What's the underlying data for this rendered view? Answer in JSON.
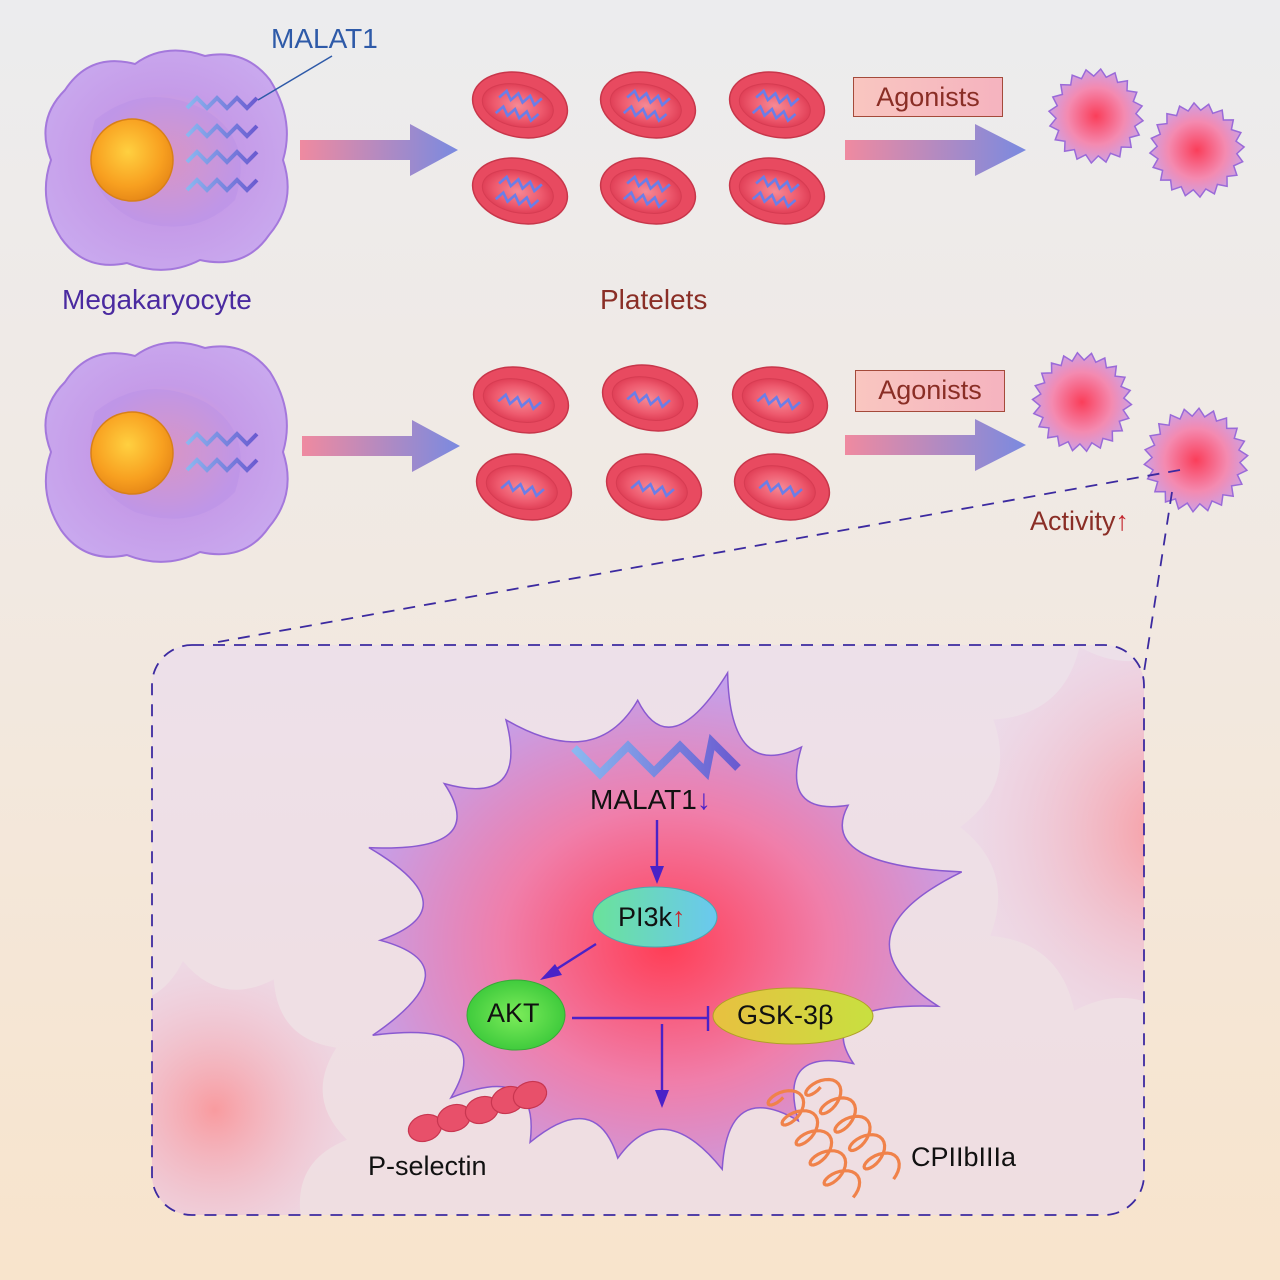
{
  "labels": {
    "malat1_top": "MALAT1",
    "megakaryocyte": "Megakaryocyte",
    "platelets": "Platelets",
    "agonists_1": "Agonists",
    "agonists_2": "Agonists",
    "activity": "Activity",
    "activity_arrow": "↑",
    "malat1_inset": "MALAT1",
    "malat1_arrow": "↓",
    "pi3k": "PI3k",
    "pi3k_arrow": "↑",
    "akt": "AKT",
    "gsk": "GSK-3β",
    "p_selectin": "P-selectin",
    "cpiib": "CPIIbIIIa"
  },
  "colors": {
    "label_blue": "#2e5aa8",
    "label_purple": "#4a2aa0",
    "label_darkred": "#8a2e26",
    "cell_membrane": "#b58ae0",
    "platelet_red": "#e84a60",
    "rna_blue": "#6a7ee8",
    "arrow_grad_start": "#ef8aa0",
    "arrow_grad_end": "#7a8ae0",
    "pathway_line": "#4a22c8",
    "up_arrow": "#c4262e",
    "down_arrow": "#4a22c8",
    "pi3k_node": "#74e0cc",
    "akt_node": "#5ce04a",
    "gsk_node": "#d8d040",
    "p_selectin": "#e8506a",
    "cpiib_coil": "#f0824a"
  },
  "icons": [
    "megakaryocyte-cell",
    "nucleus",
    "rna-strand-icon",
    "platelet-icon",
    "activated-platelet-icon",
    "gradient-arrow-icon",
    "inhibition-bar-icon",
    "coil-icon"
  ]
}
